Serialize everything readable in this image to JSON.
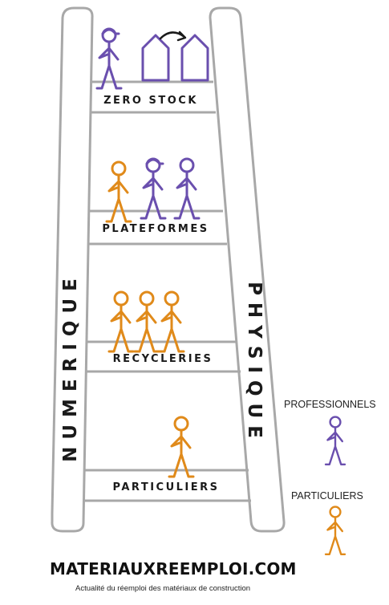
{
  "colors": {
    "professionnels": "#6a4fae",
    "particuliers": "#e08a1a",
    "ladder_stroke": "#a8a8a8",
    "text": "#1a1a1a"
  },
  "rails": {
    "left": "NUMERIQUE",
    "right": "PHYSIQUE"
  },
  "rungs": [
    {
      "label": "ZERO STOCK",
      "figures": "professionnels"
    },
    {
      "label": "PLATEFORMES",
      "figures": "particuliers, professionnels"
    },
    {
      "label": "RECYCLERIES",
      "figures": "particuliers"
    },
    {
      "label": "PARTICULIERS",
      "figures": "particuliers"
    }
  ],
  "legend": {
    "professionnels": "PROFESSIONNELS",
    "particuliers": "PARTICULIERS"
  },
  "footer": {
    "site": "MATERIAUXREEMPLOI.COM",
    "tagline": "Actualité du réemploi des matériaux de construction"
  }
}
